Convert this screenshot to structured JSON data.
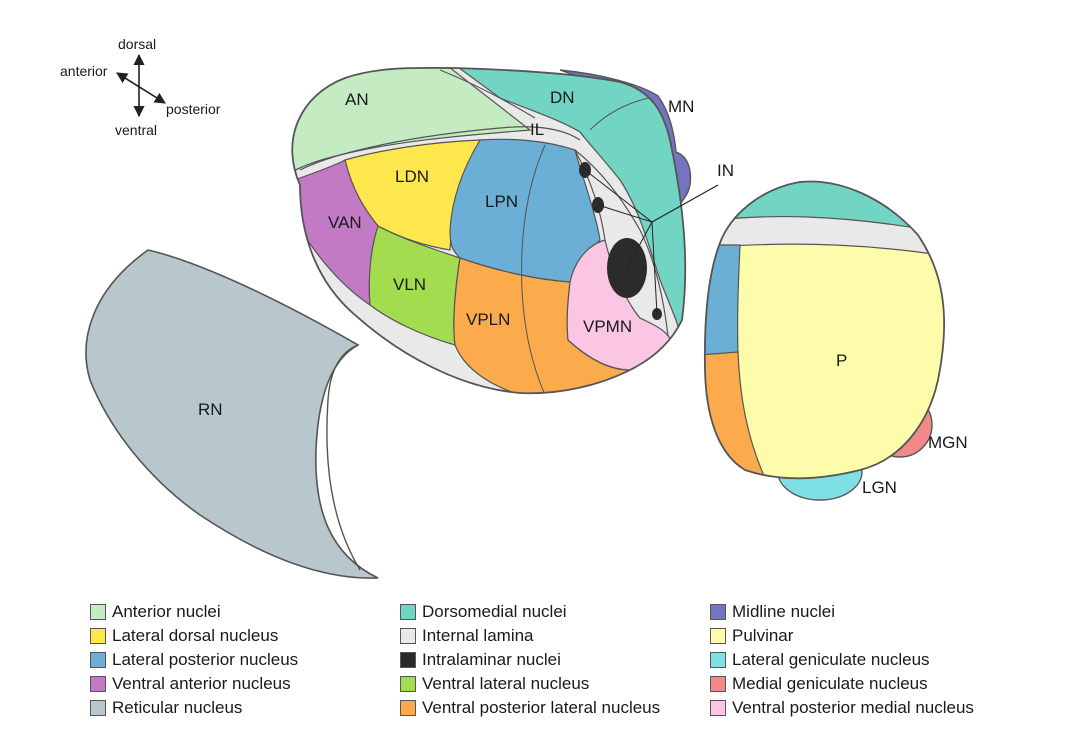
{
  "orientation": {
    "dorsal": "dorsal",
    "ventral": "ventral",
    "anterior": "anterior",
    "posterior": "posterior"
  },
  "labels": {
    "AN": "AN",
    "DN": "DN",
    "MN": "MN",
    "IL": "IL",
    "IN": "IN",
    "LDN": "LDN",
    "LPN": "LPN",
    "VAN": "VAN",
    "VLN": "VLN",
    "VPLN": "VPLN",
    "VPMN": "VPMN",
    "RN": "RN",
    "P": "P",
    "MGN": "MGN",
    "LGN": "LGN"
  },
  "colors": {
    "anterior": "#c4ebc1",
    "dorsomedial": "#72d4c2",
    "midline": "#7375bf",
    "lateral_dorsal": "#fde74c",
    "internal_lamina": "#e9e9e9",
    "pulvinar": "#fdfcaa",
    "lateral_posterior": "#6baed6",
    "intralaminar": "#2b2b2b",
    "lateral_geniculate": "#7ee0e4",
    "ventral_anterior": "#c27ac4",
    "ventral_lateral": "#a3dc4e",
    "medial_geniculate": "#f28a8a",
    "reticular": "#b8c7cc",
    "ventral_posterior_lateral": "#fbaa4c",
    "ventral_posterior_medial": "#fbc6e4",
    "outline": "#555555"
  },
  "legend": {
    "columns": [
      [
        {
          "label": "Anterior nuclei",
          "color": "#c4ebc1"
        },
        {
          "label": "Lateral dorsal nucleus",
          "color": "#fde74c"
        },
        {
          "label": "Lateral posterior nucleus",
          "color": "#6baed6"
        },
        {
          "label": "Ventral anterior nucleus",
          "color": "#c27ac4"
        },
        {
          "label": "Reticular nucleus",
          "color": "#b8c7cc"
        }
      ],
      [
        {
          "label": "Dorsomedial nuclei",
          "color": "#72d4c2"
        },
        {
          "label": "Internal lamina",
          "color": "#e9e9e9"
        },
        {
          "label": "Intralaminar nuclei",
          "color": "#2b2b2b"
        },
        {
          "label": "Ventral lateral nucleus",
          "color": "#a3dc4e"
        },
        {
          "label": "Ventral posterior lateral nucleus",
          "color": "#fbaa4c"
        }
      ],
      [
        {
          "label": "Midline nuclei",
          "color": "#7375bf"
        },
        {
          "label": "Pulvinar",
          "color": "#fdfcaa"
        },
        {
          "label": "Lateral geniculate nucleus",
          "color": "#7ee0e4"
        },
        {
          "label": "Medial geniculate nucleus",
          "color": "#f28a8a"
        },
        {
          "label": "Ventral posterior medial nucleus",
          "color": "#fbc6e4"
        }
      ]
    ]
  }
}
